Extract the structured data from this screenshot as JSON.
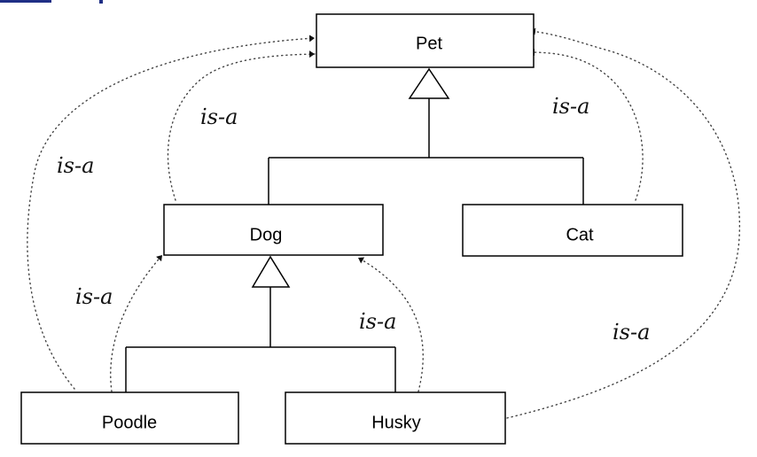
{
  "diagram": {
    "classes": [
      {
        "id": "pet",
        "label": "Pet"
      },
      {
        "id": "dog",
        "label": "Dog"
      },
      {
        "id": "cat",
        "label": "Cat"
      },
      {
        "id": "poodle",
        "label": "Poodle"
      },
      {
        "id": "husky",
        "label": "Husky"
      }
    ],
    "relation_label": "is-a",
    "relations": [
      {
        "from": "dog",
        "to": "pet",
        "label": "is-a"
      },
      {
        "from": "cat",
        "to": "pet",
        "label": "is-a"
      },
      {
        "from": "poodle",
        "to": "pet",
        "label": "is-a"
      },
      {
        "from": "poodle",
        "to": "dog",
        "label": "is-a"
      },
      {
        "from": "husky",
        "to": "dog",
        "label": "is-a"
      },
      {
        "from": "husky",
        "to": "pet",
        "label": "is-a"
      }
    ]
  },
  "colors": {
    "accent": "#1f2f85",
    "line": "#000000",
    "dotted": "#444444"
  }
}
